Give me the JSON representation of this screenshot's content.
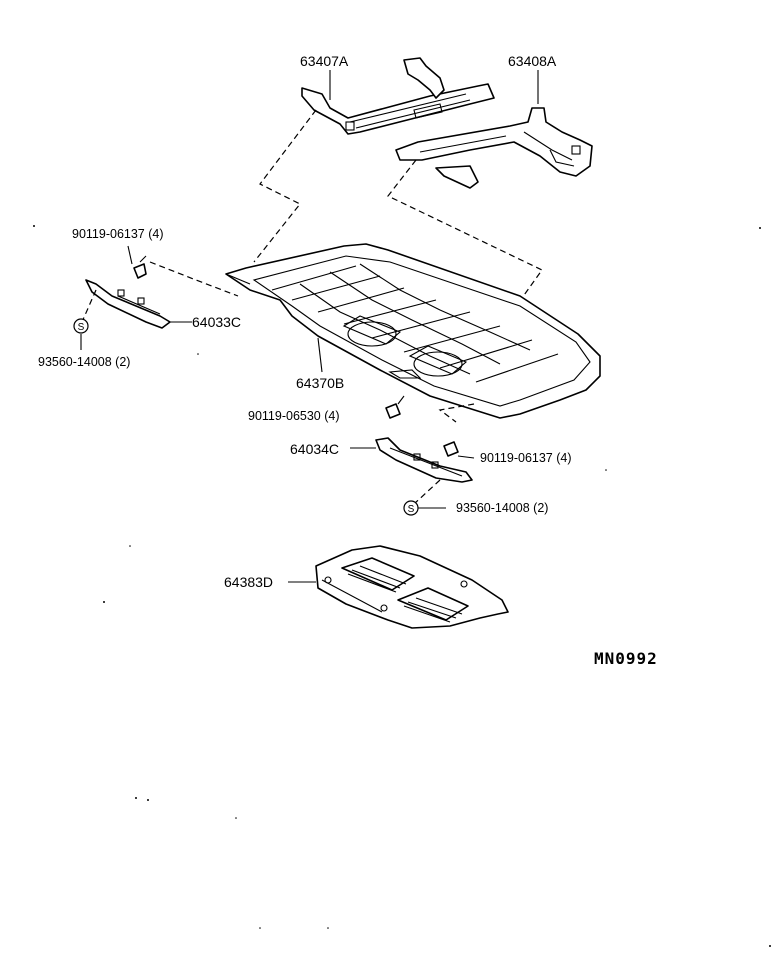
{
  "parts": {
    "p63407A": "63407A",
    "p63408A": "63408A",
    "p90119_06137_left": "90119-06137 (4)",
    "p64033C": "64033C",
    "p93560_14008_left": "93560-14008 (2)",
    "p64370B": "64370B",
    "p90119_06530": "90119-06530 (4)",
    "p64034C": "64034C",
    "p90119_06137_right": "90119-06137 (4)",
    "p93560_14008_right": "93560-14008 (2)",
    "p64383D": "64383D"
  },
  "clip_symbol": "S",
  "diagram_code": "MN0992"
}
